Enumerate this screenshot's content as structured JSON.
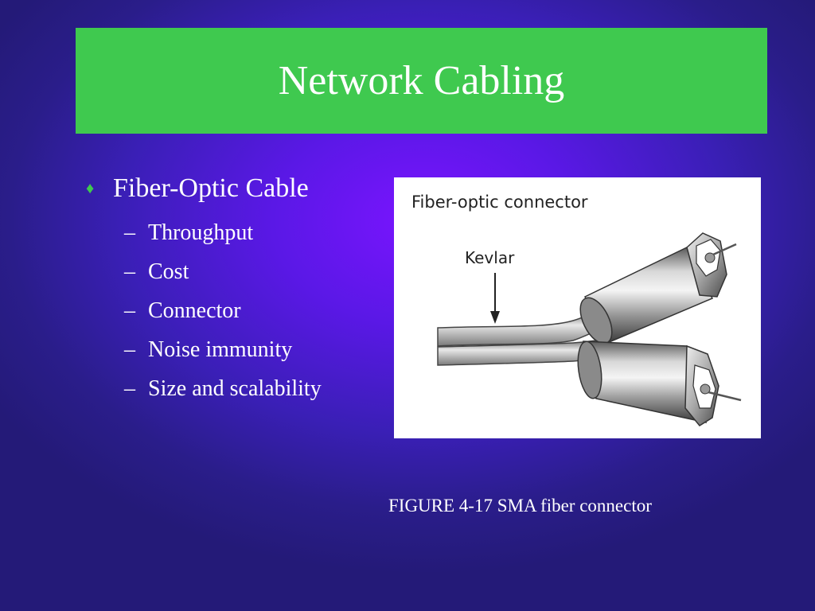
{
  "slide": {
    "title": "Network Cabling",
    "bullet_main": "Fiber-Optic Cable",
    "sub_bullets": [
      "Throughput",
      "Cost",
      "Connector",
      "Noise immunity",
      "Size and scalability"
    ],
    "bullet_symbol": "♦",
    "dash_symbol": "–",
    "caption": "FIGURE 4-17 SMA fiber connector"
  },
  "figure": {
    "heading": "Fiber-optic connector",
    "pointer_label": "Kevlar"
  },
  "colors": {
    "title_bar": "#3fc94f",
    "bullet_diamond": "#3fc94f",
    "text": "#ffffff",
    "background_center": "#7a14ff",
    "background_edge": "#241a78"
  }
}
